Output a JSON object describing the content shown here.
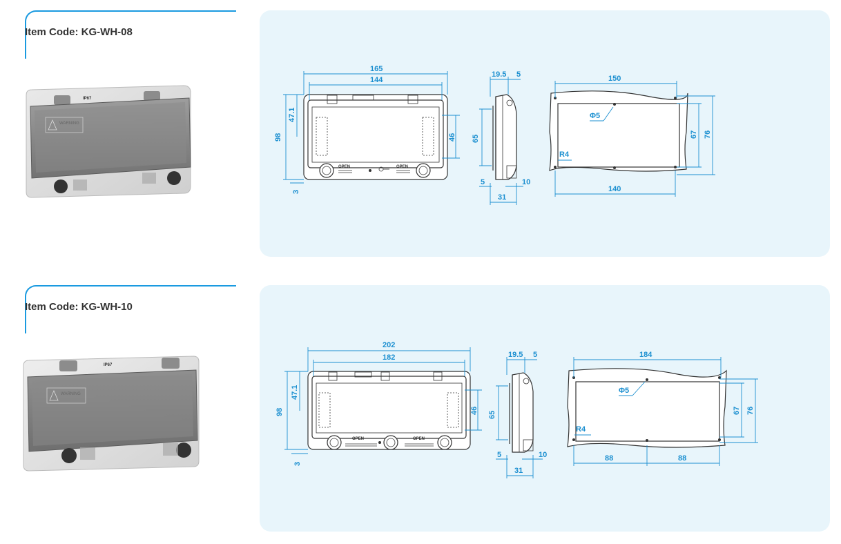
{
  "sections": [
    {
      "item_code": "Item Code: KG-WH-08",
      "product_logo": "IP67",
      "warning_text": "WARNING",
      "front_view": {
        "overall_width": "165",
        "window_width": "144",
        "upper_height": "47.1",
        "total_height": "98",
        "window_height": "46",
        "base_offset": "3",
        "open_label": "OPEN"
      },
      "side_view": {
        "depth_a": "19.5",
        "depth_b": "5",
        "height": "65",
        "foot_left": "5",
        "foot_right": "10",
        "total_depth": "31"
      },
      "cutout_view": {
        "top_width": "150",
        "hole_diameter": "Φ5",
        "radius": "R4",
        "inner_height": "67",
        "outer_height": "76",
        "bottom_width": "140"
      }
    },
    {
      "item_code": "Item Code: KG-WH-10",
      "product_logo": "IP67",
      "warning_text": "WARNING",
      "front_view": {
        "overall_width": "202",
        "window_width": "182",
        "upper_height": "47.1",
        "total_height": "98",
        "window_height": "46",
        "base_offset": "3",
        "open_label": "OPEN"
      },
      "side_view": {
        "depth_a": "19.5",
        "depth_b": "5",
        "height": "65",
        "foot_left": "5",
        "foot_right": "10",
        "total_depth": "31"
      },
      "cutout_view": {
        "top_width": "184",
        "hole_diameter": "Φ5",
        "radius": "R4",
        "inner_height": "67",
        "outer_height": "76",
        "bottom_left_width": "88",
        "bottom_right_width": "88"
      }
    }
  ],
  "colors": {
    "accent_blue": "#1a9ae0",
    "panel_background": "#e8f5fb",
    "dimension_blue": "#1b8fd0"
  }
}
